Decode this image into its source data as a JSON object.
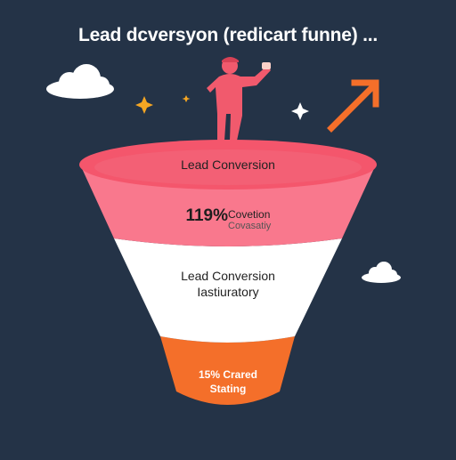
{
  "header": {
    "title": "Lead dcversyon (redicart funne) ..."
  },
  "funnel": {
    "stage1": {
      "label": "Lead Conversion"
    },
    "stage2": {
      "percent": "119%",
      "line1": "Covetion",
      "line2": "Covasatiy"
    },
    "stage3": {
      "line1": "Lead Conversion",
      "line2": "Iastiuratory"
    },
    "stage4": {
      "line1": "15% Crared",
      "line2": "Stating"
    }
  },
  "colors": {
    "background": "#243347",
    "funnel_top": "#f4566c",
    "funnel_pink": "#f9788d",
    "funnel_white": "#ffffff",
    "funnel_orange": "#f46f2a",
    "figure": "#f15a6d",
    "arrow": "#f46f2a",
    "star_orange": "#f5a623"
  },
  "icons": [
    "cloud-icon",
    "sparkle-icon",
    "person-figure",
    "arrow-up-right-icon"
  ]
}
